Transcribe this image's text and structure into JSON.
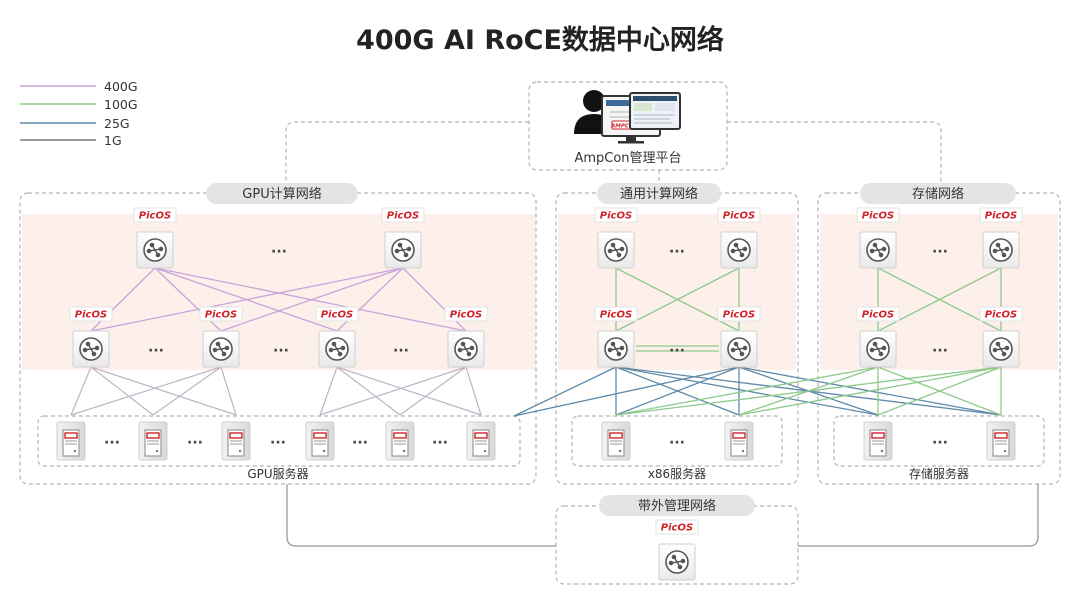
{
  "title": "400G AI RoCE数据中心网络",
  "legend": [
    {
      "label": "400G",
      "color": "#c9a3dc"
    },
    {
      "label": "100G",
      "color": "#8dc98b"
    },
    {
      "label": "25G",
      "color": "#5f8aa8"
    },
    {
      "label": "1G",
      "color": "#7a7a7a"
    }
  ],
  "ampcon": {
    "label": "AmpCon管理平台",
    "screen_text": "AMPCON-DC"
  },
  "zones": {
    "gpu": {
      "label": "GPU计算网络",
      "servers_label": "GPU服务器"
    },
    "general": {
      "label": "通用计算网络",
      "servers_label": "x86服务器"
    },
    "storage": {
      "label": "存储网络",
      "servers_label": "存储服务器"
    },
    "oob": {
      "label": "带外管理网络"
    }
  },
  "picos_label": "PicOS",
  "ellipsis": "···",
  "colors": {
    "band": "#fdf0ea",
    "pill": "#e4e4e4",
    "picos_red": "#d0232a",
    "dash": "#b5b5b5"
  }
}
